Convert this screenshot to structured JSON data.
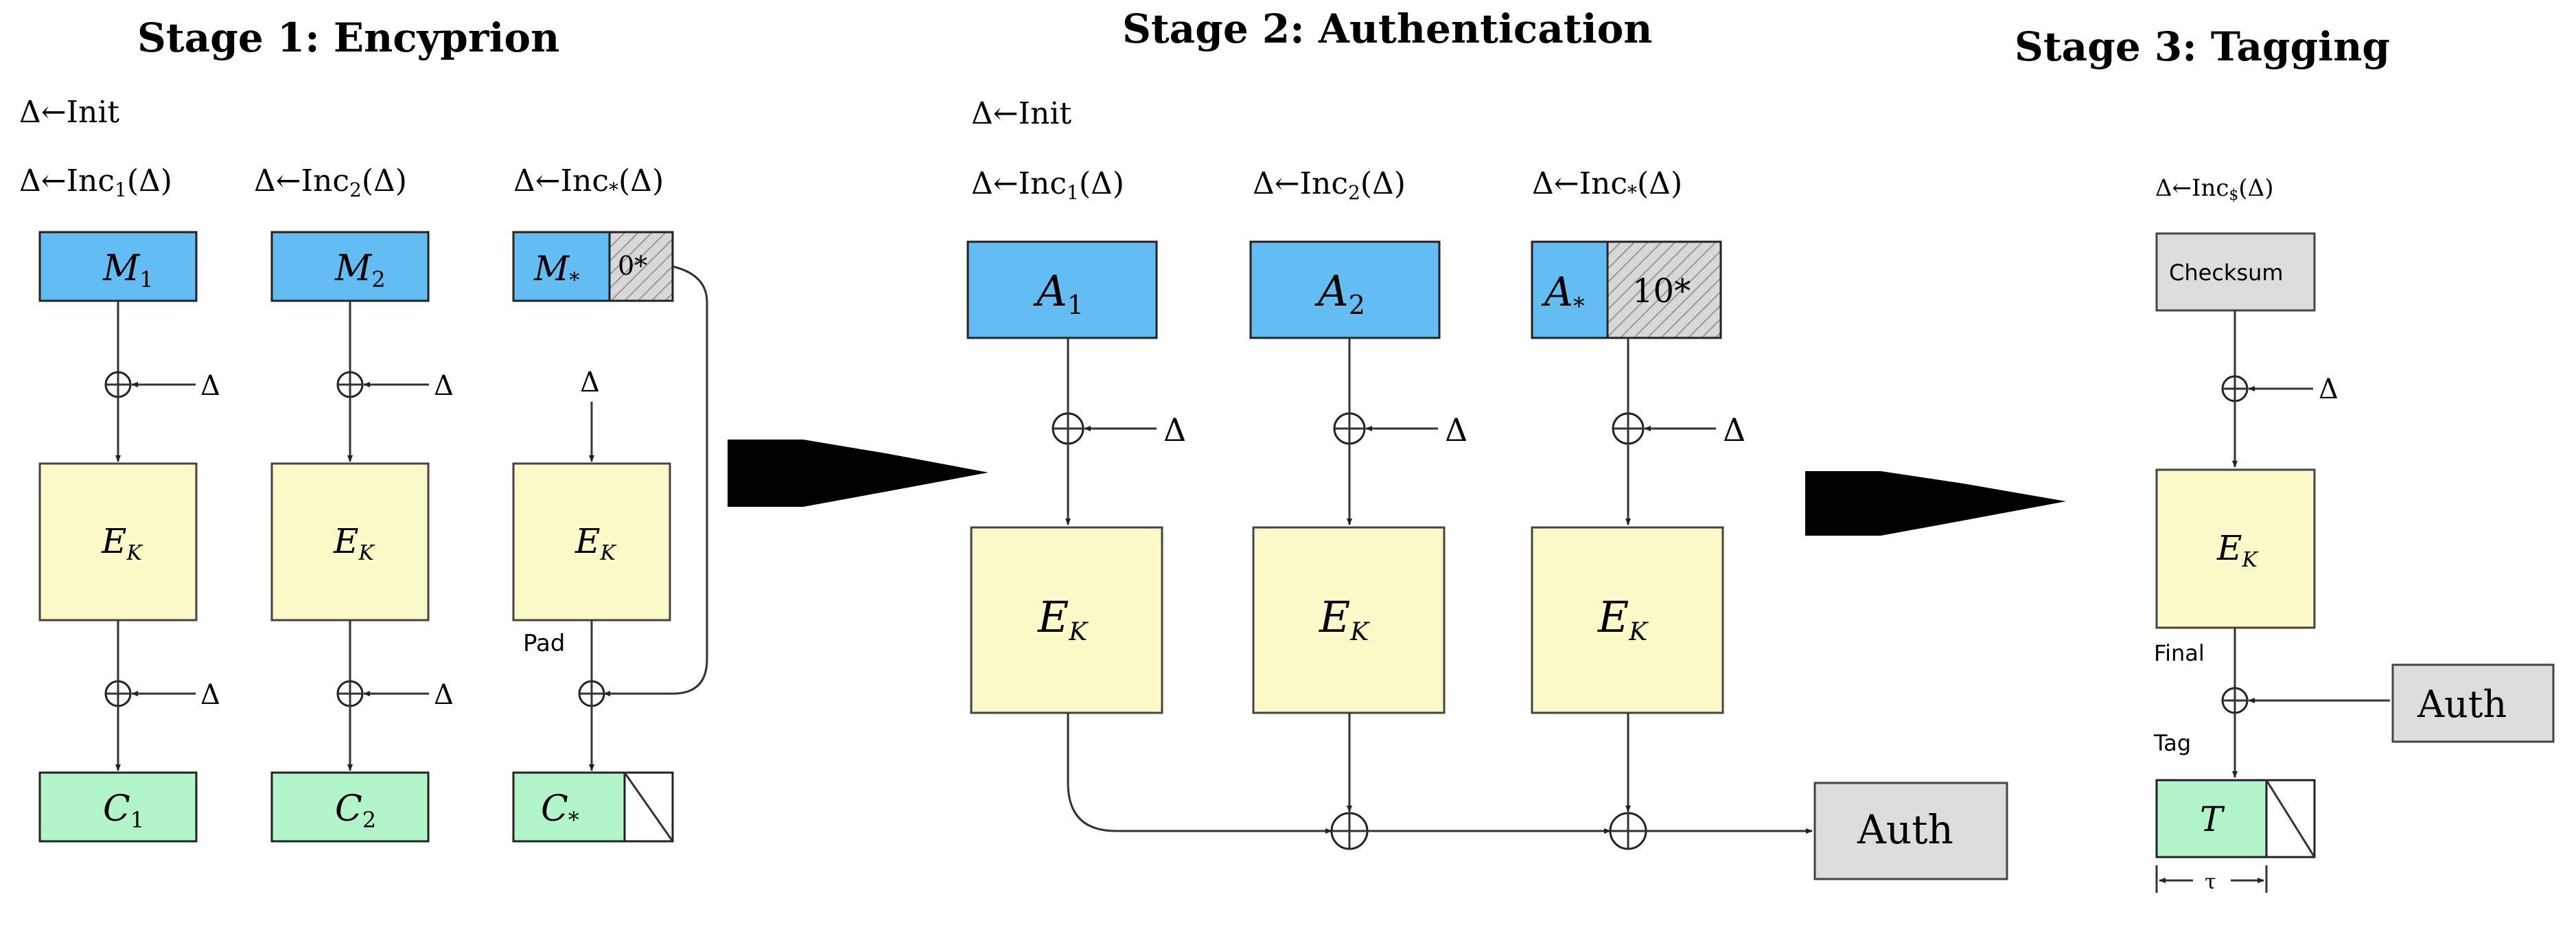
{
  "stage1": {
    "title": "Stage 1: Encyprion",
    "init": "Δ←Init",
    "inc": [
      "Δ←Inc",
      "Δ←Inc",
      "Δ←Inc"
    ],
    "inc_sub": [
      "1",
      "2",
      "*"
    ],
    "inc_arg": [
      "(Δ)",
      "(Δ)",
      "(Δ)"
    ],
    "inputs": [
      "M",
      "M",
      "M"
    ],
    "input_sub": [
      "1",
      "2",
      "*"
    ],
    "pad_box": "0*",
    "delta": "Δ",
    "cipher": "E",
    "cipher_sub": "K",
    "pad_label": "Pad",
    "outputs": [
      "C",
      "C",
      "C"
    ],
    "output_sub": [
      "1",
      "2",
      "*"
    ]
  },
  "stage2": {
    "title": "Stage 2: Authentication",
    "init": "Δ←Init",
    "inc": [
      "Δ←Inc",
      "Δ←Inc",
      "Δ←Inc"
    ],
    "inc_sub": [
      "1",
      "2",
      "*"
    ],
    "inc_arg": [
      "(Δ)",
      "(Δ)",
      "(Δ)"
    ],
    "inputs": [
      "A",
      "A",
      "A"
    ],
    "input_sub": [
      "1",
      "2",
      "*"
    ],
    "pad_box": "10*",
    "delta": "Δ",
    "cipher": "E",
    "cipher_sub": "K",
    "auth": "Auth"
  },
  "stage3": {
    "title": "Stage 3: Tagging",
    "inc": "Δ←Inc",
    "inc_sub": "$",
    "inc_arg": "(Δ)",
    "checksum": "Checksum",
    "delta": "Δ",
    "cipher": "E",
    "cipher_sub": "K",
    "final_label": "Final",
    "tag_label": "Tag",
    "auth": "Auth",
    "tag_box": "T",
    "tau": "τ"
  }
}
